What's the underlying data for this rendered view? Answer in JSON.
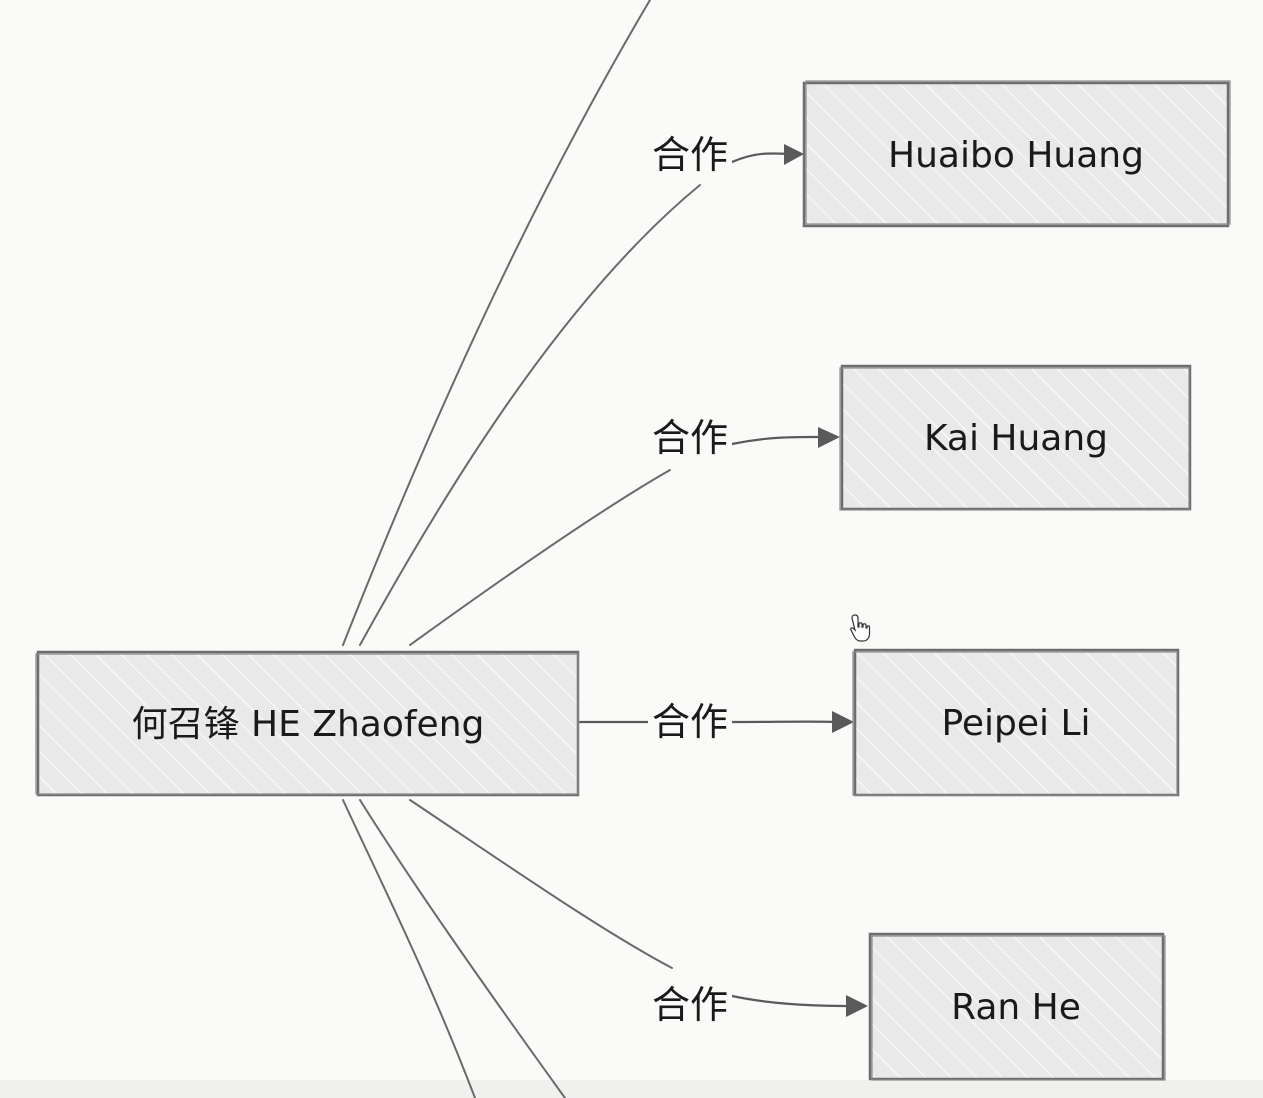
{
  "nodes": {
    "source": "何召锋 HE Zhaofeng",
    "targets": [
      "Huaibo Huang",
      "Kai Huang",
      "Peipei Li",
      "Ran He"
    ]
  },
  "edge_label": "合作",
  "colors": {
    "background": "#fafaf9",
    "node_fill": "#e9e9e9",
    "node_stroke": "#6e6e6e",
    "edge": "#5a5a5a"
  },
  "icons": [
    "hand-pointer-cursor-icon"
  ]
}
